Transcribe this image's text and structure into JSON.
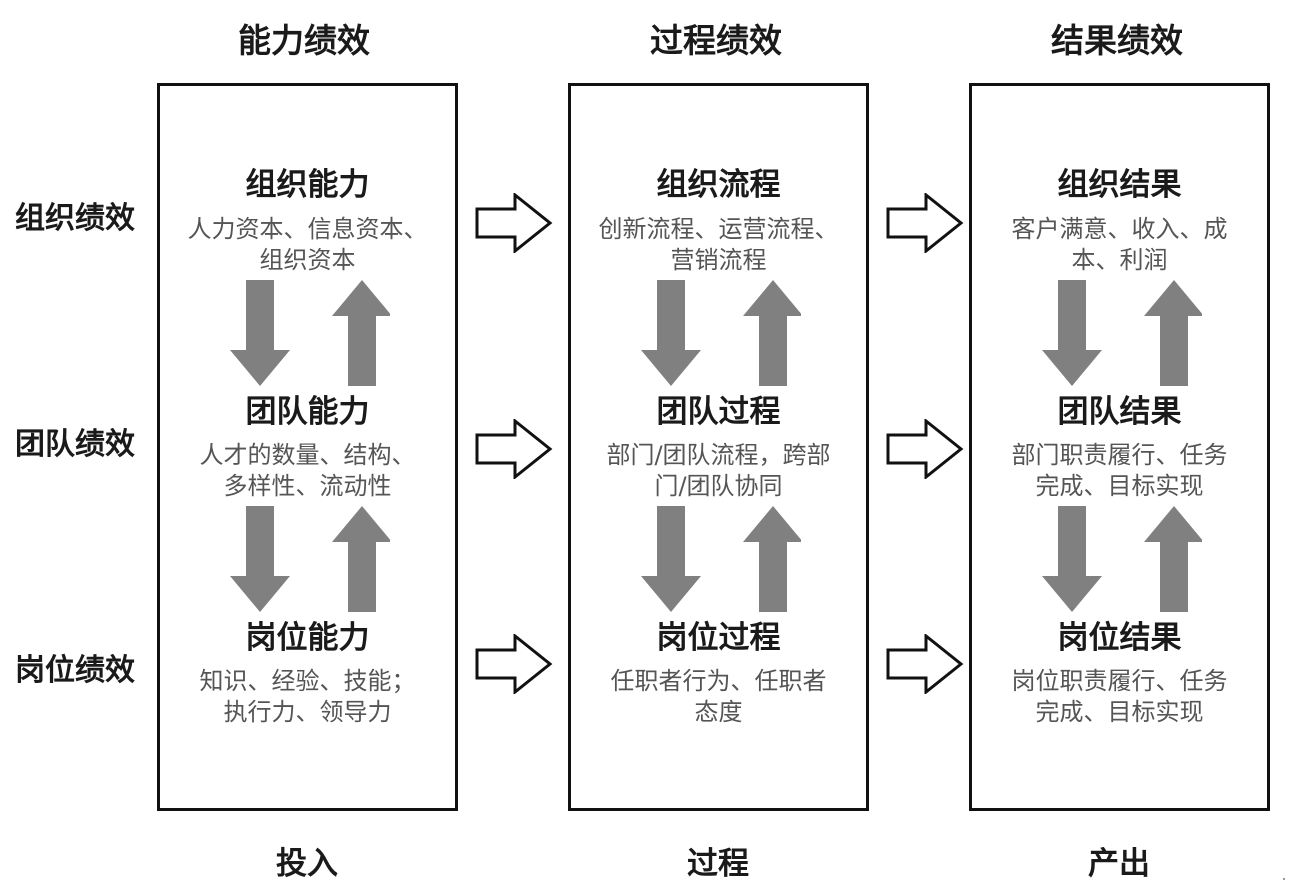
{
  "columns": [
    {
      "title": "能力绩效",
      "footer": "投入",
      "rows": [
        {
          "heading": "组织能力",
          "line1": "人力资本、信息资本、",
          "line2": "组织资本"
        },
        {
          "heading": "团队能力",
          "line1": "人才的数量、结构、",
          "line2": "多样性、流动性"
        },
        {
          "heading": "岗位能力",
          "line1": "知识、经验、技能；",
          "line2": "执行力、领导力"
        }
      ]
    },
    {
      "title": "过程绩效",
      "footer": "过程",
      "rows": [
        {
          "heading": "组织流程",
          "line1": "创新流程、运营流程、",
          "line2": "营销流程"
        },
        {
          "heading": "团队过程",
          "line1": "部门/团队流程，跨部",
          "line2": "门/团队协同"
        },
        {
          "heading": "岗位过程",
          "line1": "任职者行为、任职者",
          "line2": "态度"
        }
      ]
    },
    {
      "title": "结果绩效",
      "footer": "产出",
      "rows": [
        {
          "heading": "组织结果",
          "line1": "客户满意、收入、成",
          "line2": "本、利润"
        },
        {
          "heading": "团队结果",
          "line1": "部门职责履行、任务",
          "line2": "完成、目标实现"
        },
        {
          "heading": "岗位结果",
          "line1": "岗位职责履行、任务",
          "line2": "完成、目标实现"
        }
      ]
    }
  ],
  "row_labels": [
    "组织绩效",
    "团队绩效",
    "岗位绩效"
  ],
  "colors": {
    "border": "#111111",
    "vertical_arrow": "#808080",
    "description_text": "#555555"
  }
}
